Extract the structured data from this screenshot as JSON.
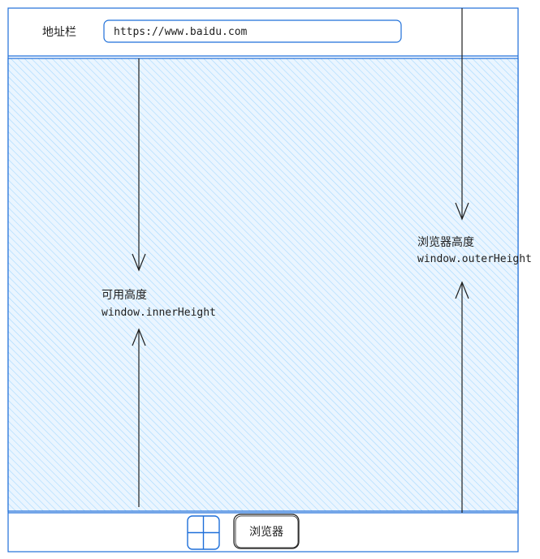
{
  "address_bar": {
    "label": "地址栏",
    "url": "https://www.baidu.com"
  },
  "inner_height": {
    "title": "可用高度",
    "code": "window.innerHeight"
  },
  "outer_height": {
    "title": "浏览器高度",
    "code": "window.outerHeight"
  },
  "taskbar": {
    "start_icon": "windows-icon",
    "app_label": "浏览器"
  },
  "colors": {
    "frame_stroke": "#1e6fd9",
    "content_hatch": "#a5d8ff",
    "ink": "#1e1e1e"
  }
}
